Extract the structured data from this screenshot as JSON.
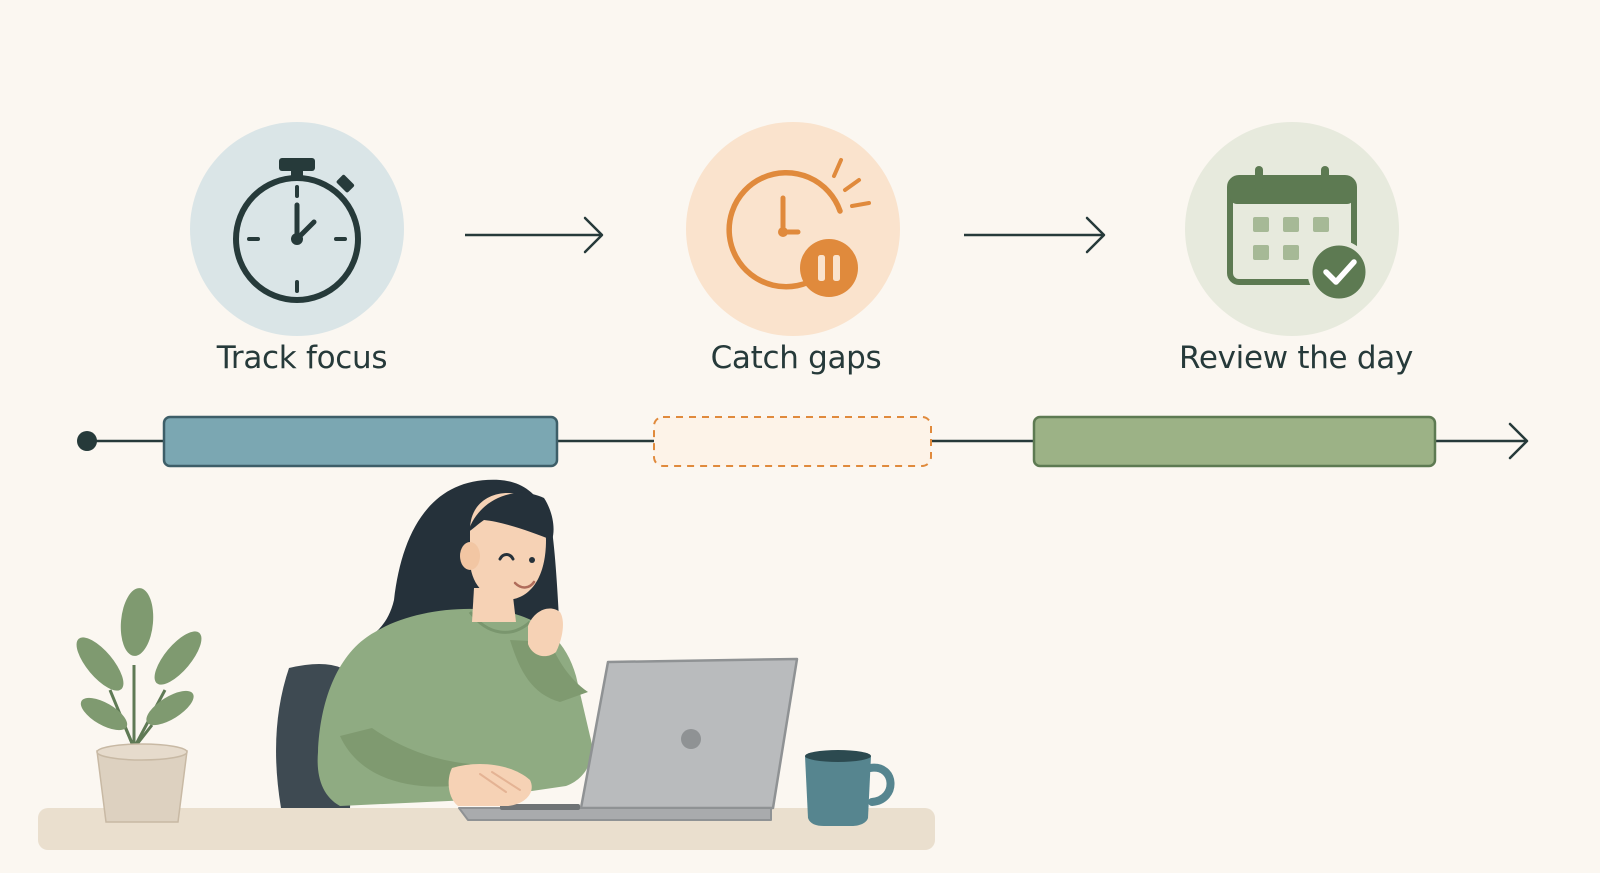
{
  "steps": [
    {
      "label": "Track focus",
      "icon": "stopwatch-icon"
    },
    {
      "label": "Catch gaps",
      "icon": "paused-clock-icon"
    },
    {
      "label": "Review the day",
      "icon": "calendar-check-icon"
    }
  ],
  "colors": {
    "background": "#fbf7f1",
    "ink": "#263a3a",
    "track_focus": "#7ba7b2",
    "catch_gaps": "#e08a3c",
    "review_day": "#9cb286",
    "sweater": "#8fab82",
    "hair": "#25313a"
  },
  "illustration": {
    "person": "woman-working-on-laptop",
    "objects": [
      "potted-plant-icon",
      "laptop-icon",
      "coffee-mug-icon",
      "desk-chair-icon"
    ]
  }
}
